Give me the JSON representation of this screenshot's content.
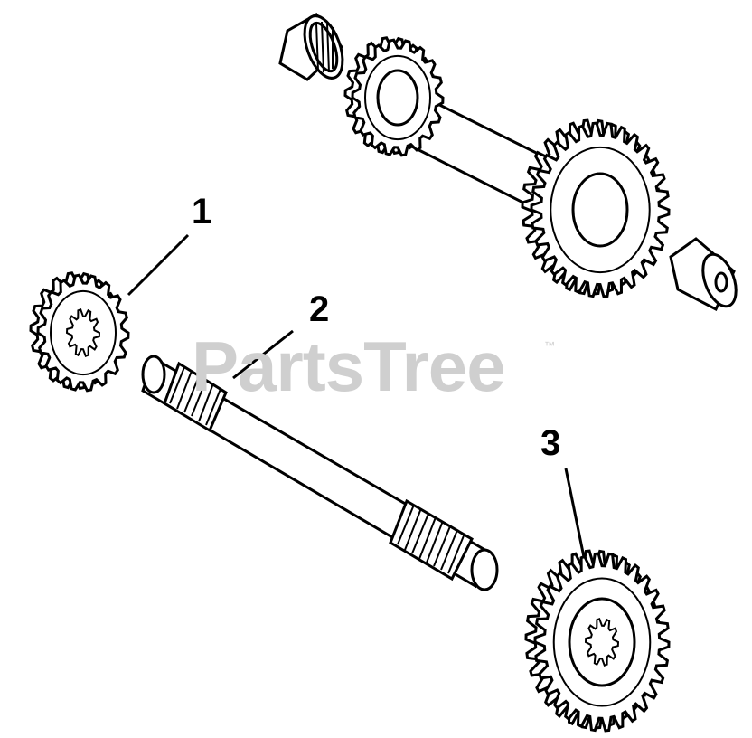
{
  "watermark": {
    "text": "PartsTree",
    "tm": "™"
  },
  "callouts": [
    {
      "id": "1",
      "label": "1"
    },
    {
      "id": "2",
      "label": "2"
    },
    {
      "id": "3",
      "label": "3"
    }
  ],
  "colors": {
    "line": "#000000",
    "background": "#ffffff",
    "watermark": "#cfcfcf"
  }
}
